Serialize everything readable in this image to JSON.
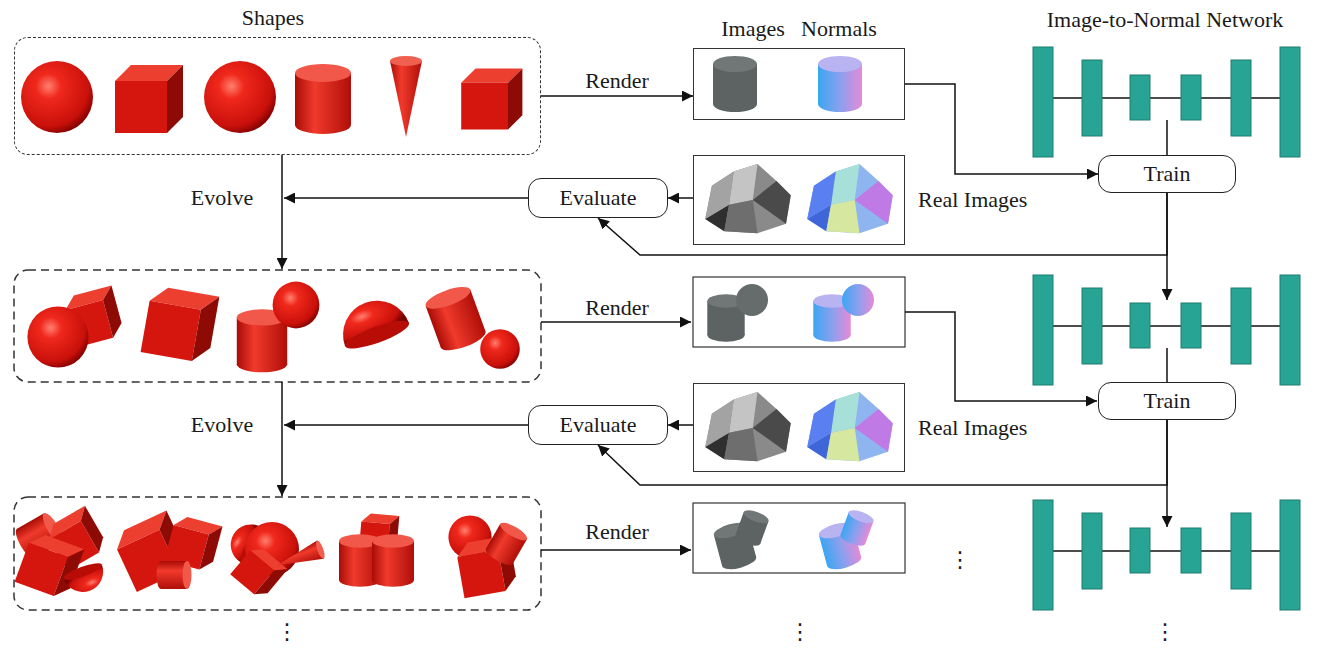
{
  "diagram": {
    "nodes": [
      {
        "text": [
          "Shapes"
        ]
      },
      {
        "text": [
          "Images",
          "Normals"
        ]
      },
      {
        "text": [
          "Image-to-Normal Network"
        ]
      },
      {
        "text": [
          "Train"
        ]
      },
      {
        "text": [
          "Evaluate"
        ]
      },
      {
        "text": [
          "Real Images"
        ]
      },
      {
        "text": [
          "Train"
        ]
      },
      {
        "text": [
          "Evaluate"
        ]
      },
      {
        "text": [
          "Real Images"
        ]
      }
    ],
    "edges": [
      {
        "from": 0,
        "to": 1,
        "arrow": "to",
        "label": "Render"
      },
      {
        "from": 1,
        "to": 3,
        "arrow": "to"
      },
      {
        "from": 2,
        "to": 3,
        "arrow": "none"
      },
      {
        "from": 3,
        "to": 4,
        "arrow": "to"
      },
      {
        "from": 5,
        "to": 4,
        "arrow": "to"
      },
      {
        "from": 6,
        "to": 7,
        "arrow": "to"
      },
      {
        "from": 8,
        "to": 7,
        "arrow": "to"
      }
    ],
    "labels": [
      "Render",
      "Render",
      "Evolve",
      "Evolve",
      "⋮",
      "⋮",
      "⋮",
      "⋮"
    ]
  }
}
